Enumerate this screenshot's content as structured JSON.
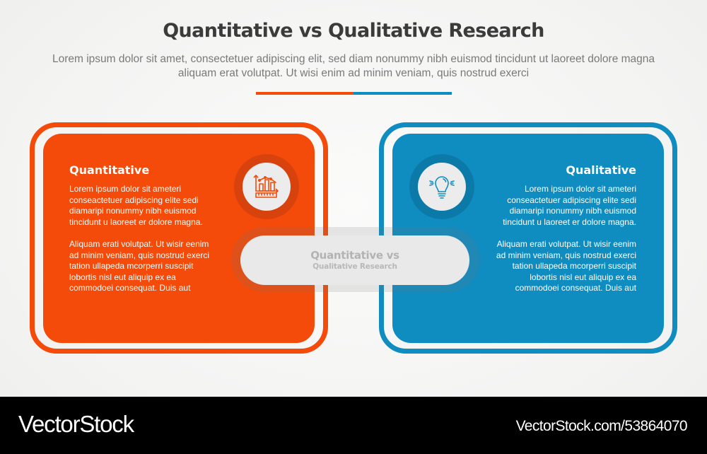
{
  "header": {
    "title": "Quantitative vs Qualitative Research",
    "subtitle": "Lorem ipsum dolor sit amet, consectetuer adipiscing elit, sed diam nonummy nibh euismod tincidunt ut laoreet dolore magna aliquam erat volutpat. Ut wisi enim ad minim veniam, quis nostrud exerci"
  },
  "colors": {
    "orange": "#f44b0a",
    "orange_dark": "#d8420c",
    "blue": "#0f8cc0",
    "blue_dark": "#0c7aa8",
    "title": "#3b3b3b",
    "subtitle": "#7a7a7a",
    "pill": "#e9e9e9"
  },
  "cards": {
    "left": {
      "title": "Quantitative",
      "icon": "chart-ruler-icon",
      "paragraph1": "Lorem ipsum dolor sit ameteri conseactetuer adipiscing elite sedi diamaripi nonummy nibh euismod tincidunt u laoreet er dolore magna.",
      "paragraph2": "Aliquam erati volutpat. Ut wisir eenim ad minim veniam, quis nostrud exerci tation ullapeda mcorperri suscipit lobortis nisl eut aliquip ex ea commodoei consequat. Duis aut"
    },
    "right": {
      "title": "Qualitative",
      "icon": "lightbulb-icon",
      "paragraph1": "Lorem ipsum dolor sit ameteri conseactetuer adipiscing elite sedi diamaripi nonummy nibh euismod tincidunt u laoreet er dolore magna.",
      "paragraph2": "Aliquam erati volutpat. Ut wisir eenim ad minim veniam, quis nostrud exerci tation ullapeda mcorperri suscipit lobortis nisl eut aliquip ex ea commodoei consequat. Duis aut"
    }
  },
  "center_pill": {
    "line1": "Quantitative vs",
    "line2": "Qualitative Research"
  },
  "footer": {
    "brand": "VectorStock",
    "url": "VectorStock.com/53864070"
  }
}
